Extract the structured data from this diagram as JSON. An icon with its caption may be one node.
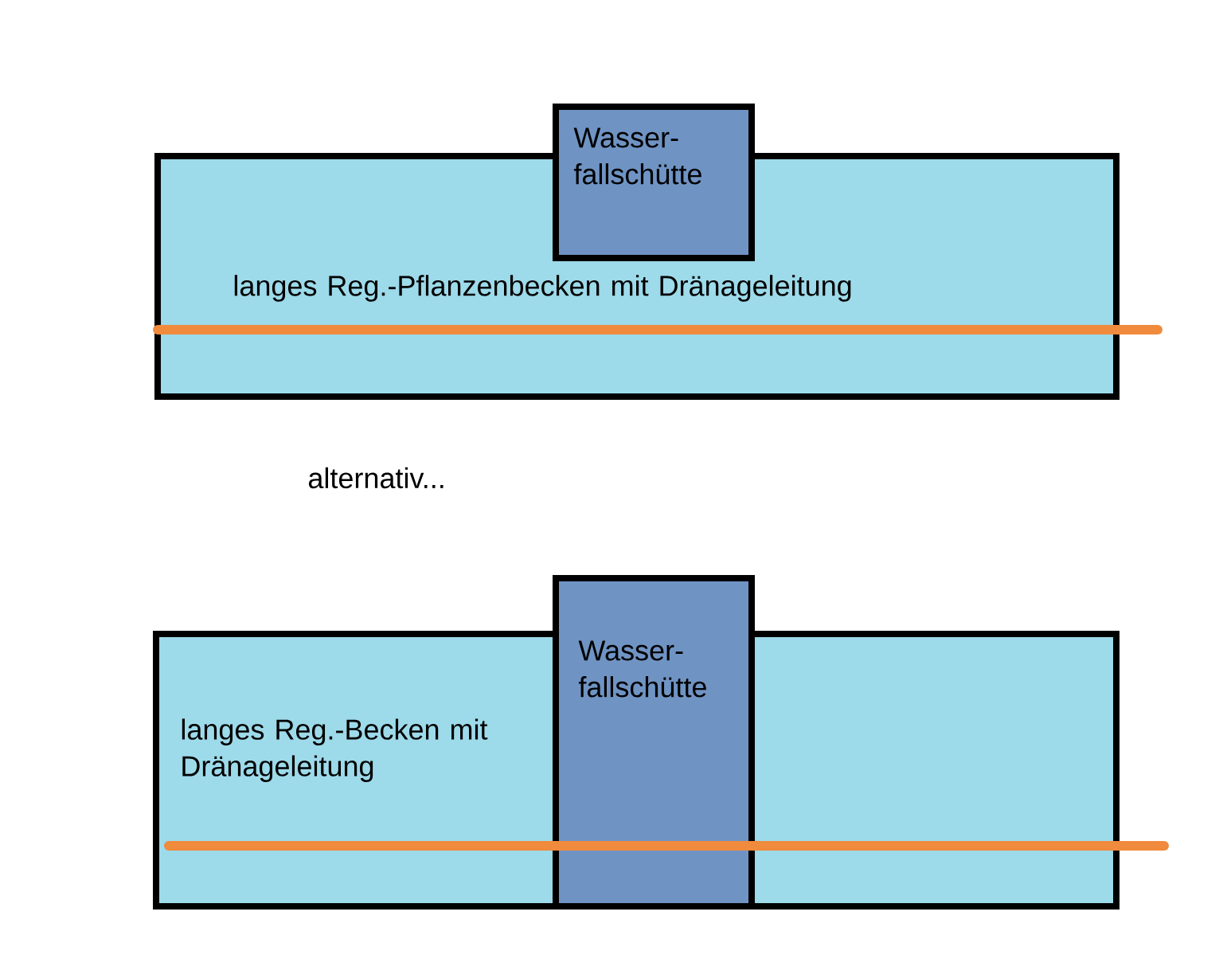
{
  "diagram": {
    "nodes": [
      {
        "text": [
          "langes Reg.-Pflanzenbecken mit Dränageleitung"
        ]
      },
      {
        "text": [
          "Wasser- fallschütte"
        ]
      },
      {
        "text": [
          "langes Reg.-Becken mit Dränageleitung"
        ]
      },
      {
        "text": [
          "Wasser- fallschütte"
        ]
      }
    ],
    "labels": [
      "alternativ..."
    ]
  }
}
